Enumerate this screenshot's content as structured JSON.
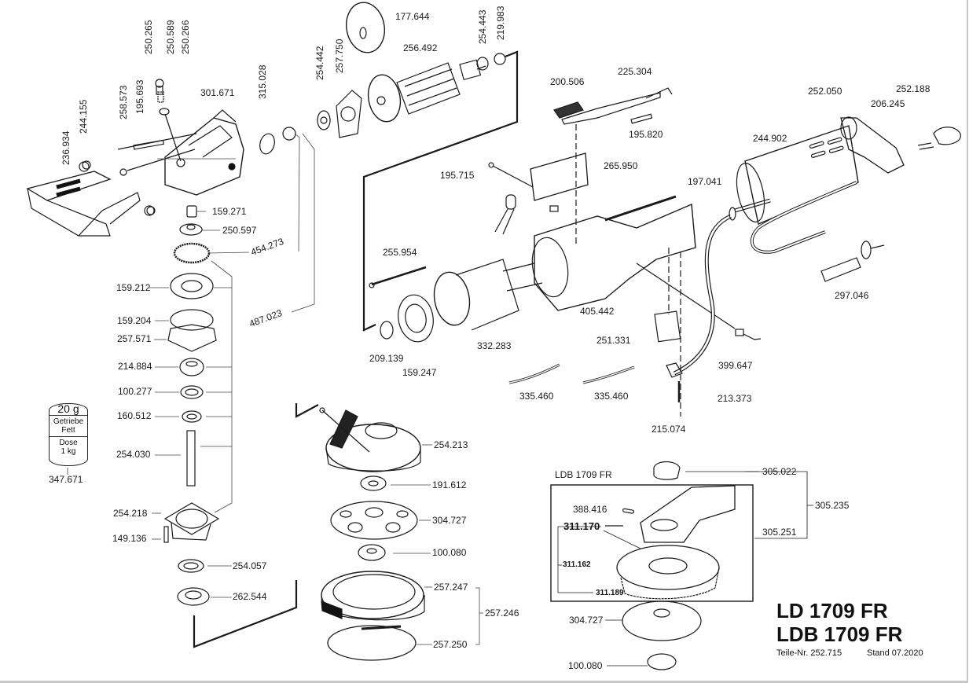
{
  "title": {
    "line1": "LD 1709 FR",
    "line2": "LDB 1709 FR",
    "parts_no_label": "Teile-Nr. 252.715",
    "stand_label": "Stand 07.2020"
  },
  "inset": {
    "title": "LDB 1709 FR",
    "labels": [
      "305.022",
      "305.235",
      "388.416",
      "311.170",
      "305.251",
      "311.162",
      "311.189"
    ]
  },
  "grease_can": {
    "weight": "20 g",
    "line1": "Getriebe",
    "line2": "Fett",
    "line3": "Dose",
    "line4": "1 kg",
    "part": "347.671"
  },
  "parts": {
    "p236934": "236.934",
    "p244155": "244.155",
    "p258573": "258.573",
    "p195693": "195.693",
    "p250265": "250.265",
    "p250589": "250.589",
    "p250266": "250.266",
    "p301671": "301.671",
    "p315028": "315.028",
    "p254442": "254.442",
    "p257750": "257.750",
    "p177644": "177.644",
    "p256492": "256.492",
    "p254443": "254.443",
    "p219983": "219.983",
    "p200506": "200.506",
    "p225304": "225.304",
    "p195820": "195.820",
    "p265950": "265.950",
    "p195715": "195.715",
    "p252050": "252.050",
    "p206245": "206.245",
    "p252188": "252.188",
    "p244902": "244.902",
    "p197041": "197.041",
    "p297046": "297.046",
    "p159271": "159.271",
    "p250597": "250.597",
    "p454273": "454.273",
    "p487023": "487.023",
    "p159212": "159.212",
    "p159204": "159.204",
    "p257571": "257.571",
    "p214884": "214.884",
    "p100277": "100.277",
    "p160512": "160.512",
    "p254030": "254.030",
    "p254218": "254.218",
    "p149136": "149.136",
    "p254057": "254.057",
    "p262544": "262.544",
    "p255954": "255.954",
    "p209139": "209.139",
    "p159247": "159.247",
    "p332283": "332.283",
    "p405442": "405.442",
    "p251331": "251.331",
    "p399647": "399.647",
    "p335460a": "335.460",
    "p335460b": "335.460",
    "p213373": "213.373",
    "p215074": "215.074",
    "p254213": "254.213",
    "p191612": "191.612",
    "p304727": "304.727",
    "p100080": "100.080",
    "p257247": "257.247",
    "p257246": "257.246",
    "p257250": "257.250",
    "p304727b": "304.727",
    "p100080b": "100.080"
  }
}
